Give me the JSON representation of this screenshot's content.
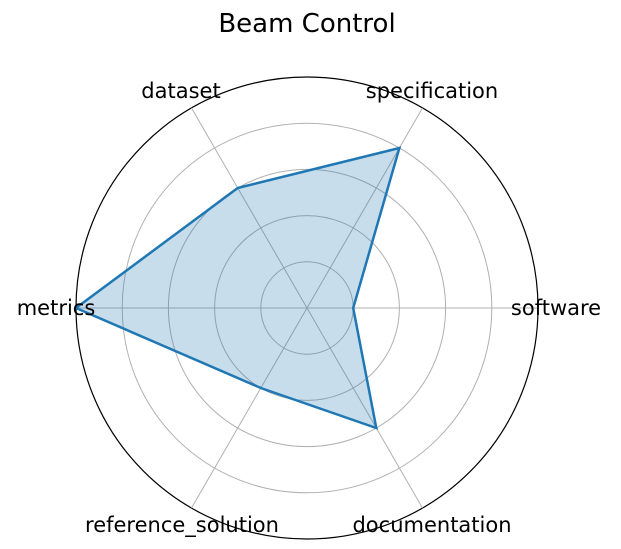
{
  "chart_data": {
    "type": "radar",
    "title": "Beam Control",
    "categories": [
      "software",
      "specification",
      "dataset",
      "metrics",
      "reference_solution",
      "documentation"
    ],
    "series": [
      {
        "name": "Beam Control",
        "values": [
          0.2,
          0.8,
          0.6,
          1.0,
          0.4,
          0.6
        ]
      }
    ],
    "rlim": [
      0,
      1.0
    ],
    "rgrid": [
      0.2,
      0.4,
      0.6,
      0.8,
      1.0
    ],
    "grid": true,
    "colors": {
      "line": "#1f77b4",
      "fill": "#1f77b4",
      "grid": "#b0b0b0",
      "frame": "#000000"
    }
  }
}
